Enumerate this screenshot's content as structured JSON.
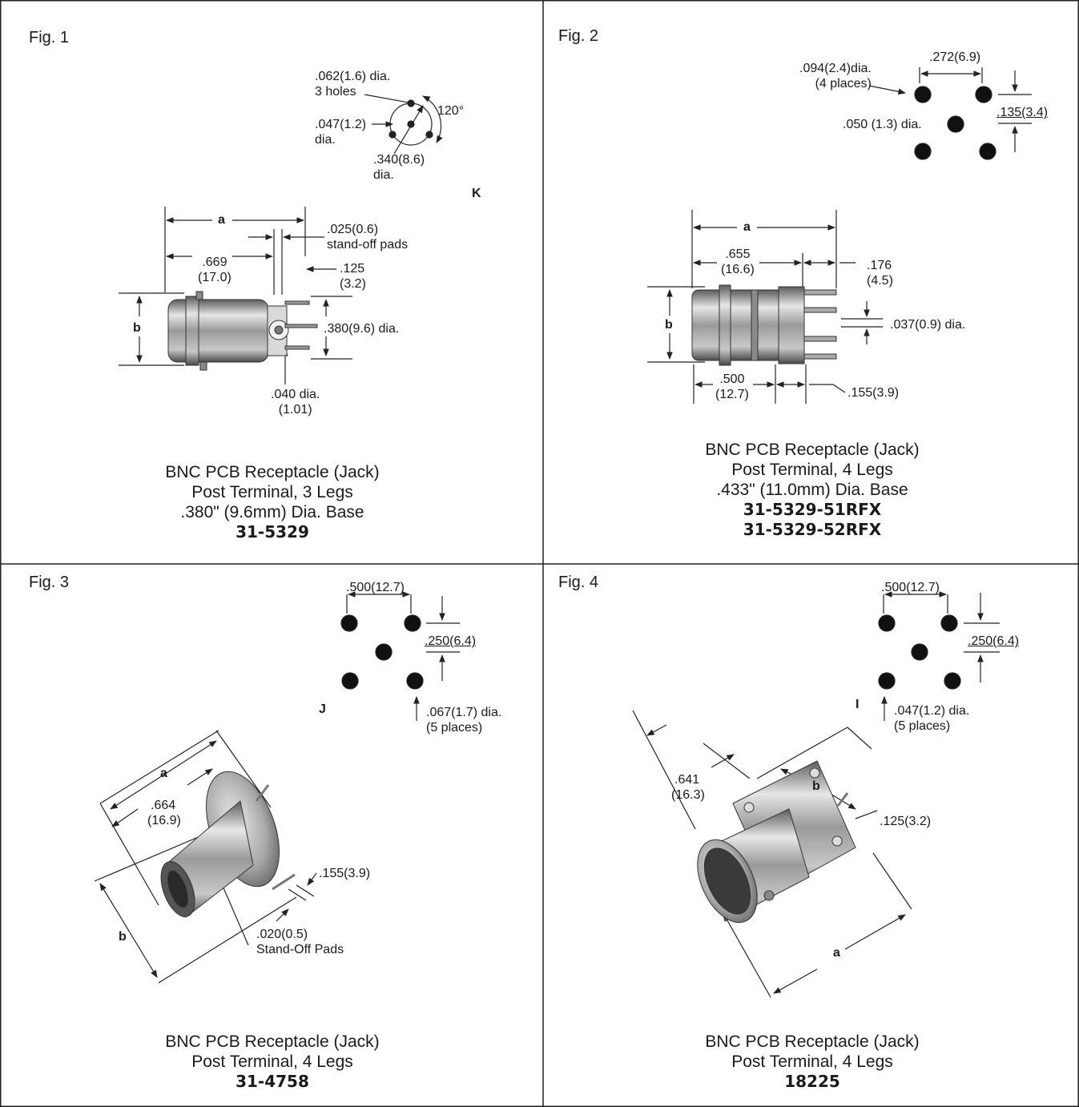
{
  "colors": {
    "line": "#222222",
    "metal_dark": "#6f6f6f",
    "metal_mid": "#a6a6a6",
    "metal_light": "#e0e0e0"
  },
  "fig1": {
    "label": "Fig. 1",
    "hole_callout_1": ".062(1.6) dia.",
    "hole_callout_2": "3 holes",
    "angle": "120°",
    "center_dia_1": ".047(1.2)",
    "center_dia_2": "dia.",
    "circle_dia_1": ".340(8.6)",
    "circle_dia_2": "dia.",
    "letter_k": "K",
    "dim_a": "a",
    "dim_b": "b",
    "pad_1": ".025(0.6)",
    "pad_2": "stand-off pads",
    "len_1": ".669",
    "len_2": "(17.0)",
    "post_1": ".125",
    "post_2": "(3.2)",
    "base_dia": ".380(9.6) dia.",
    "pin_1": ".040 dia.",
    "pin_2": "(1.01)",
    "caption": [
      "BNC PCB Receptacle (Jack)",
      "Post Terminal, 3 Legs",
      ".380\" (9.6mm) Dia. Base"
    ],
    "part_numbers": [
      "31-5329"
    ]
  },
  "fig2": {
    "label": "Fig. 2",
    "hole_1": ".094(2.4)dia.",
    "hole_2": "(4 places)",
    "spacing_x": ".272(6.9)",
    "spacing_y": ".135(3.4)",
    "center_hole": ".050 (1.3) dia.",
    "dim_a": "a",
    "dim_b": "b",
    "len_1": ".655",
    "len_2": "(16.6)",
    "post_1": ".176",
    "post_2": "(4.5)",
    "leg_dia": ".037(0.9) dia.",
    "base_1": ".500",
    "base_2": "(12.7)",
    "flange": ".155(3.9)",
    "caption": [
      "BNC PCB Receptacle (Jack)",
      "Post Terminal, 4 Legs",
      ".433\" (11.0mm) Dia. Base"
    ],
    "part_numbers": [
      "31-5329-51RFX",
      "31-5329-52RFX"
    ]
  },
  "fig3": {
    "label": "Fig. 3",
    "spacing_x": ".500(12.7)",
    "spacing_y": ".250(6.4)",
    "letter_j": "J",
    "hole_1": ".067(1.7) dia.",
    "hole_2": "(5 places)",
    "dim_a": "a",
    "dim_b": "b",
    "len_1": ".664",
    "len_2": "(16.9)",
    "flange": ".155(3.9)",
    "pad_1": ".020(0.5)",
    "pad_2": "Stand-Off Pads",
    "caption": [
      "BNC PCB Receptacle (Jack)",
      "Post Terminal, 4 Legs"
    ],
    "part_numbers": [
      "31-4758"
    ]
  },
  "fig4": {
    "label": "Fig. 4",
    "spacing_x": ".500(12.7)",
    "spacing_y": ".250(6.4)",
    "letter_i": "I",
    "hole_1": ".047(1.2) dia.",
    "hole_2": "(5 places)",
    "len_1": ".641",
    "len_2": "(16.3)",
    "dim_b": "b",
    "dim_a": "a",
    "post": ".125(3.2)",
    "caption": [
      "BNC PCB Receptacle (Jack)",
      "Post Terminal, 4 Legs"
    ],
    "part_numbers": [
      "18225"
    ]
  }
}
